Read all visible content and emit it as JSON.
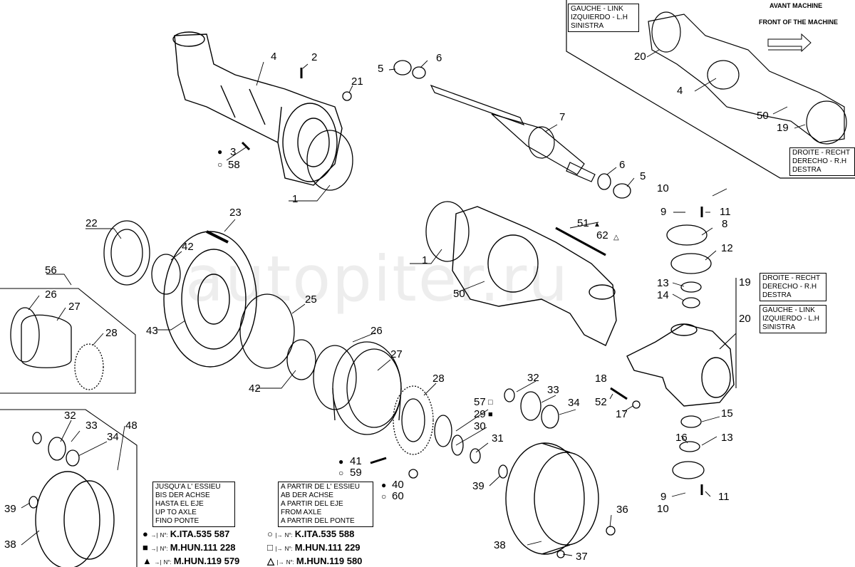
{
  "labels": {
    "n1a": "1",
    "n1b": "1",
    "n2": "2",
    "n3": "3",
    "n4a": "4",
    "n4b": "4",
    "n5a": "5",
    "n5b": "5",
    "n6a": "6",
    "n6b": "6",
    "n7": "7",
    "n8": "8",
    "n9a": "9",
    "n9b": "9",
    "n10a": "10",
    "n10b": "10",
    "n11a": "11",
    "n11b": "11",
    "n12": "12",
    "n13a": "13",
    "n13b": "13",
    "n14": "14",
    "n15": "15",
    "n16": "16",
    "n17": "17",
    "n18": "18",
    "n19a": "19",
    "n19b": "19",
    "n20a": "20",
    "n20b": "20",
    "n21": "21",
    "n22": "22",
    "n23": "23",
    "n25": "25",
    "n26a": "26",
    "n26b": "26",
    "n27a": "27",
    "n27b": "27",
    "n28a": "28",
    "n28b": "28",
    "n29": "29",
    "n30": "30",
    "n31": "31",
    "n32a": "32",
    "n32b": "32",
    "n33a": "33",
    "n33b": "33",
    "n34a": "34",
    "n34b": "34",
    "n36": "36",
    "n37": "37",
    "n38a": "38",
    "n38b": "38",
    "n39a": "39",
    "n39b": "39",
    "n40": "40",
    "n41": "41",
    "n42a": "42",
    "n42b": "42",
    "n43": "43",
    "n48": "48",
    "n50a": "50",
    "n50b": "50",
    "n51": "51",
    "n52": "52",
    "n56": "56",
    "n57": "57",
    "n58": "58",
    "n59": "59",
    "n60": "60",
    "n62": "62"
  },
  "side_boxes": {
    "left_top": [
      "GAUCHE - LINK",
      "IZQUIERDO - L.H",
      "SINISTRA"
    ],
    "right_top": [
      "DROITE - RECHT",
      "DERECHO - R.H",
      "DESTRA"
    ],
    "right_mid": [
      "DROITE - RECHT",
      "DERECHO - R.H",
      "DESTRA"
    ],
    "left_mid": [
      "GAUCHE - LINK",
      "IZQUIERDO - L.H",
      "SINISTRA"
    ]
  },
  "machine_labels": {
    "avant": "AVANT MACHINE",
    "front": "FRONT OF THE MACHINE"
  },
  "legend": {
    "upto": [
      "JUSQU'A L' ESSIEU",
      "BIS DER ACHSE",
      "HASTA EL EJE",
      "UP TO AXLE",
      "FINO PONTE"
    ],
    "from": [
      "A PARTIR DE L' ESSIEU",
      "AB DER ACHSE",
      "A PARTIR DEL EJE",
      "FROM AXLE",
      "A PARTIR DEL PONTE"
    ],
    "arrow_prefix": "N°:",
    "refs": [
      {
        "symbol": "●",
        "value": "K.ITA.535 587"
      },
      {
        "symbol": "■",
        "value": "M.HUN.111 228"
      },
      {
        "symbol": "▲",
        "value": "M.HUN.119 579"
      },
      {
        "symbol": "○",
        "value": "K.ITA.535 588"
      },
      {
        "symbol": "□",
        "value": "M.HUN.111 229"
      },
      {
        "symbol": "△",
        "value": "M.HUN.119 580"
      }
    ]
  },
  "markers": {
    "filled_circle": "●",
    "open_circle": "○",
    "filled_square": "■",
    "open_square": "□",
    "filled_triangle": "▲",
    "open_triangle": "△"
  },
  "watermark": "autopiter.ru"
}
